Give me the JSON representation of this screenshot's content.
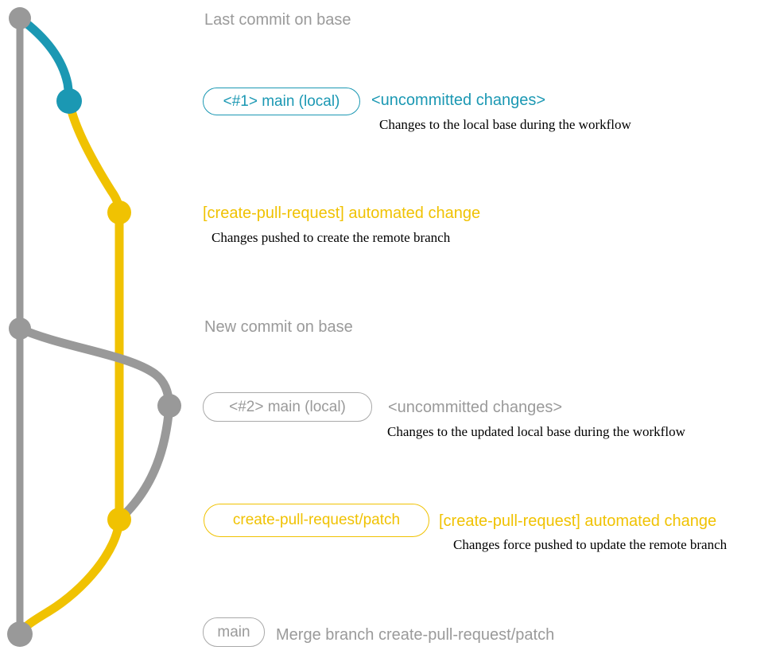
{
  "colors": {
    "gray": "#999999",
    "teal": "#1b98b3",
    "yellow": "#f0c202",
    "caption_black": "#000000"
  },
  "rows": {
    "row1": {
      "label": "Last commit on base"
    },
    "row2": {
      "ref": "<#1> main (local)",
      "message": "<uncommitted changes>",
      "caption": "Changes to the local base during the workflow"
    },
    "row3": {
      "message": "[create-pull-request] automated change",
      "caption": "Changes pushed to create the remote branch"
    },
    "row4": {
      "label": "New commit on base"
    },
    "row5": {
      "ref": "<#2> main (local)",
      "message": "<uncommitted changes>",
      "caption": "Changes to the updated local base during the workflow"
    },
    "row6": {
      "ref": "create-pull-request/patch",
      "message": "[create-pull-request] automated change",
      "caption": "Changes force pushed to update the remote branch"
    },
    "row7": {
      "ref": "main",
      "message": "Merge branch create-pull-request/patch"
    }
  }
}
